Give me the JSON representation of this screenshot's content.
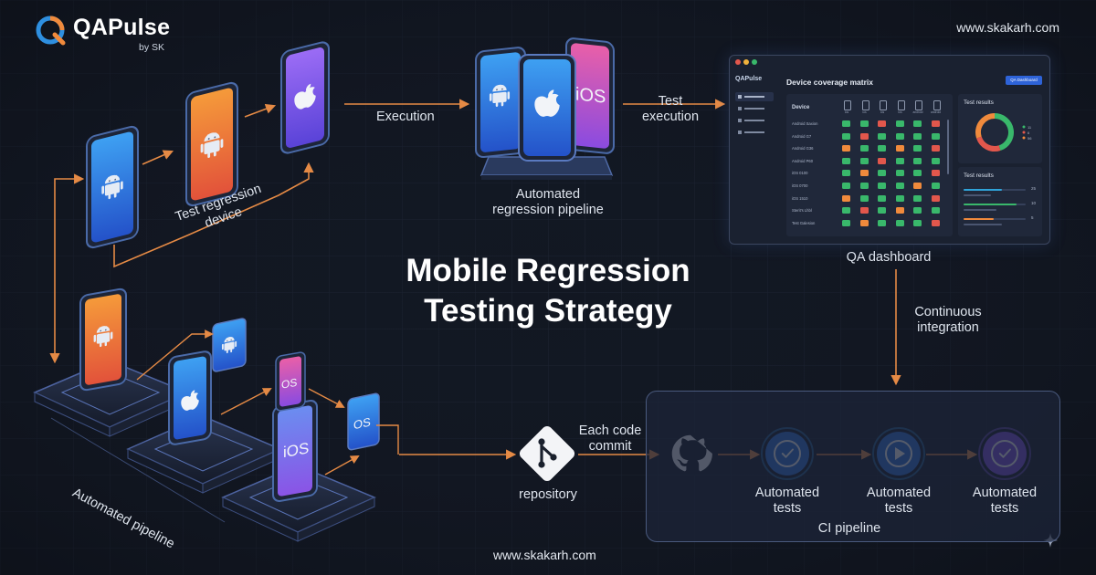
{
  "brand": {
    "name": "QAPulse",
    "sub": "by SK"
  },
  "site_top": "www.skakarh.com",
  "site_bottom": "www.skakarh.com",
  "title": "Mobile Regression Testing Strategy",
  "labels": {
    "execution": "Execution",
    "test_execution": "Test execution",
    "pipeline_center": "Automated regression pipeline",
    "regression_device": "Test regression device",
    "automated_pipeline": "Automated pipeline",
    "qa_dashboard": "QA dashboard",
    "continuous_integration": "Continuous integration",
    "each_code_commit": "Each code commit",
    "repository": "repository",
    "ci_pipeline": "CI pipeline",
    "automated_tests": [
      "Automated tests",
      "Automated tests",
      "Automated tests"
    ]
  },
  "phone_labels": {
    "ios": "iOS",
    "os": "OS"
  },
  "dashboard": {
    "logo": "QAPulse",
    "title": "Device coverage matrix",
    "button": "QA Dashboard",
    "matrix_header": "Device",
    "columns": [
      "ios",
      "ios",
      "ios",
      "ios",
      "android",
      "android"
    ],
    "rows": [
      {
        "label": "Android Saxion",
        "cells": [
          "g",
          "g",
          "r",
          "g",
          "g",
          "r"
        ]
      },
      {
        "label": "Android G7",
        "cells": [
          "g",
          "r",
          "g",
          "g",
          "g",
          "g"
        ]
      },
      {
        "label": "Android G36",
        "cells": [
          "o",
          "g",
          "g",
          "o",
          "g",
          "r"
        ]
      },
      {
        "label": "Android P60",
        "cells": [
          "g",
          "g",
          "r",
          "g",
          "g",
          "g"
        ]
      },
      {
        "label": "iOS 0100",
        "cells": [
          "g",
          "o",
          "g",
          "g",
          "g",
          "r"
        ]
      },
      {
        "label": "iOS 0700",
        "cells": [
          "g",
          "g",
          "g",
          "g",
          "o",
          "g"
        ]
      },
      {
        "label": "iOS 1510",
        "cells": [
          "o",
          "g",
          "g",
          "g",
          "g",
          "r"
        ]
      },
      {
        "label": "Sterit's Lhbl",
        "cells": [
          "g",
          "r",
          "g",
          "o",
          "g",
          "g"
        ]
      },
      {
        "label": "Test Galesion",
        "cells": [
          "g",
          "o",
          "g",
          "g",
          "g",
          "r"
        ]
      }
    ],
    "card1_title": "Test results",
    "card2_title": "Test results",
    "donut": [
      {
        "label": "passed",
        "value": 45,
        "color": "#39b86b"
      },
      {
        "label": "failed",
        "value": 25,
        "color": "#e2574c"
      },
      {
        "label": "pending",
        "value": 30,
        "color": "#f08a3c"
      }
    ],
    "donut_legend": [
      "11",
      "6",
      "56"
    ],
    "bars": [
      {
        "value": "25",
        "fill": 0.62,
        "color": "#2fa3d9"
      },
      {
        "value": "10",
        "fill": 0.85,
        "color": "#39b86b"
      },
      {
        "value": "5",
        "fill": 0.48,
        "color": "#f08a3c"
      }
    ]
  },
  "colors": {
    "arrow": "#e58a45",
    "accent_blue": "#2e8fe0",
    "accent_purple": "#8a5cf6"
  },
  "icons": [
    "android-icon",
    "apple-icon",
    "github-icon",
    "git-icon",
    "check-circle-icon",
    "play-circle-icon"
  ]
}
